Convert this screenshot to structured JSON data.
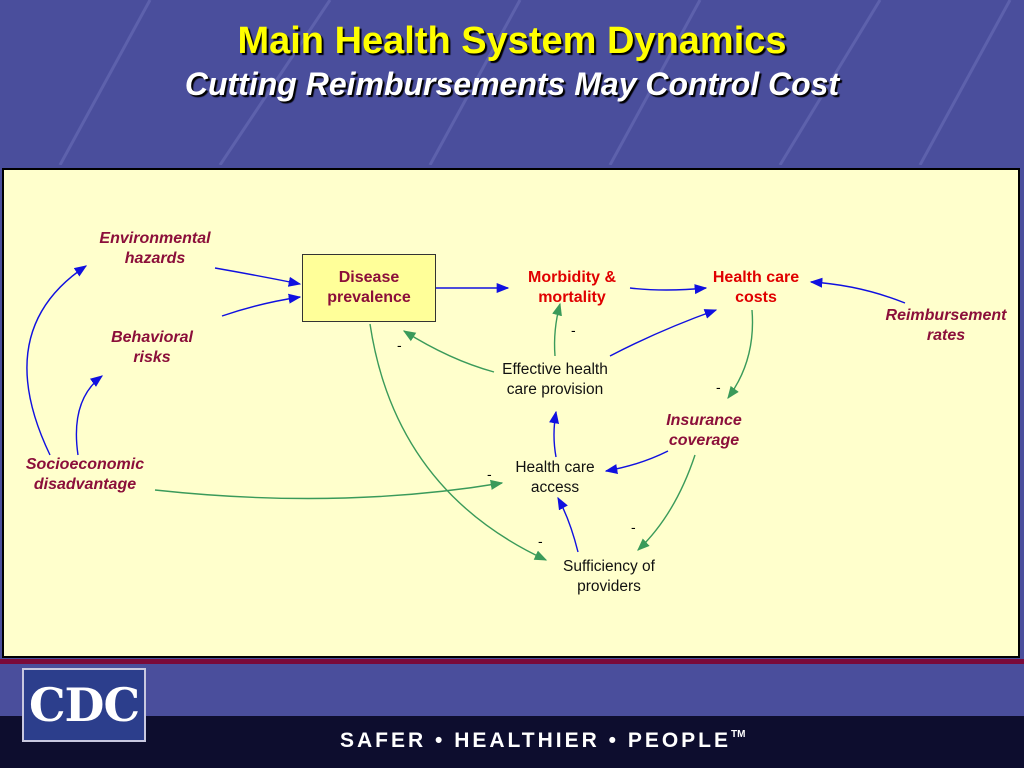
{
  "header": {
    "title": "Main Health System Dynamics",
    "subtitle": "Cutting Reimbursements May Control Cost"
  },
  "nodes": {
    "environmental_hazards": [
      "Environmental",
      "hazards"
    ],
    "behavioral_risks": [
      "Behavioral",
      "risks"
    ],
    "socioeconomic_disadvantage": [
      "Socioeconomic",
      "disadvantage"
    ],
    "disease_prevalence": [
      "Disease",
      "prevalence"
    ],
    "morbidity_mortality": [
      "Morbidity &",
      "mortality"
    ],
    "health_care_costs": [
      "Health care",
      "costs"
    ],
    "reimbursement_rates": [
      "Reimbursement",
      "rates"
    ],
    "effective_health_care_provision": [
      "Effective health",
      "care provision"
    ],
    "insurance_coverage": [
      "Insurance",
      "coverage"
    ],
    "health_care_access": [
      "Health care",
      "access"
    ],
    "sufficiency_of_providers": [
      "Sufficiency of",
      "providers"
    ]
  },
  "signs": {
    "minus": "-"
  },
  "colors": {
    "blue_link": "#1010e0",
    "green_link": "#3a9a5a",
    "title": "#ffff00",
    "factor_text": "#8b0f3a",
    "outcome_text": "#e00000"
  },
  "footer": {
    "logo_text": "CDC",
    "tagline": "SAFER • HEALTHIER • PEOPLE",
    "tagline_mark": "TM"
  }
}
